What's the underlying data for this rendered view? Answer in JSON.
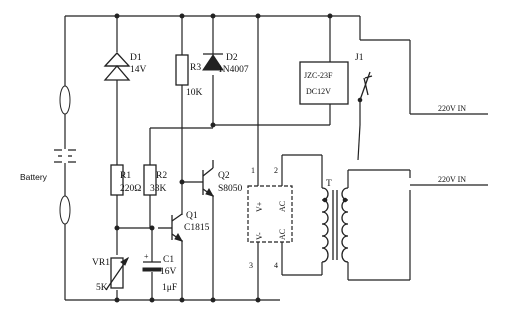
{
  "battery": {
    "label": "Battery"
  },
  "components": {
    "d1": {
      "ref": "D1",
      "value": "14V"
    },
    "d2": {
      "ref": "D2",
      "value": "1N4007"
    },
    "r3": {
      "ref": "R3",
      "value": "10K"
    },
    "r1": {
      "ref": "R1",
      "value": "220Ω"
    },
    "r2": {
      "ref": "R2",
      "value": "33K"
    },
    "q2": {
      "ref": "Q2",
      "value": "S8050"
    },
    "q1": {
      "ref": "Q1",
      "value": "C1815"
    },
    "vr1": {
      "ref": "VR1",
      "value": "5K"
    },
    "c1": {
      "ref": "C1",
      "voltage": "16V",
      "capacitance": "1μF"
    },
    "relay": {
      "ref": "J1",
      "model": "JZC-23F",
      "coil": "DC12V"
    },
    "transformer": {
      "ref": "T"
    }
  },
  "rectifier": {
    "pins": [
      "1",
      "2",
      "3",
      "4"
    ],
    "labels": [
      "V+",
      "AC",
      "V-",
      "AC"
    ]
  },
  "outputs": [
    {
      "label": "220V IN"
    },
    {
      "label": "220V IN"
    }
  ]
}
